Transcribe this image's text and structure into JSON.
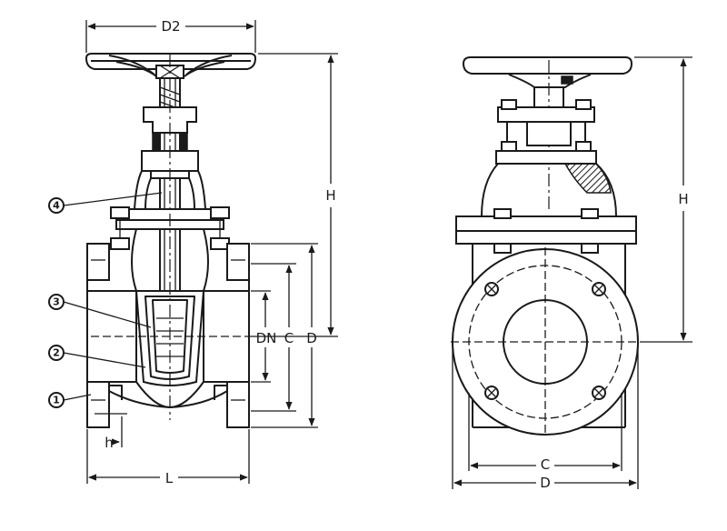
{
  "dimensions": {
    "d2": "D2",
    "h_left": "H",
    "h_right": "H",
    "dn": "DN",
    "c_left": "C",
    "d_left": "D",
    "h_small": "h",
    "l": "L",
    "c_right": "C",
    "d_right": "D"
  },
  "parts": {
    "p1": "1",
    "p2": "2",
    "p3": "3",
    "p4": "4"
  }
}
